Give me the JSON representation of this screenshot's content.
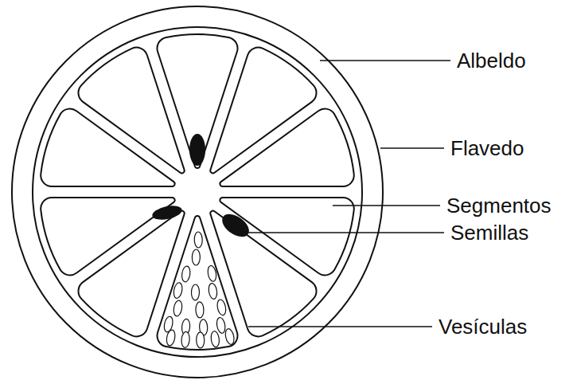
{
  "diagram": {
    "labels": [
      "Albeldo",
      "Flavedo",
      "Segmentos",
      "Semillas",
      "Vesículas"
    ]
  }
}
